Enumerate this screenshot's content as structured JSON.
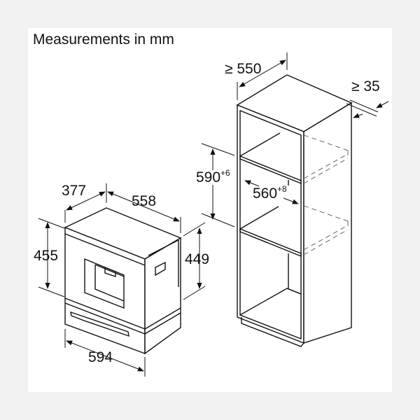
{
  "title": "Measurements in mm",
  "appliance": {
    "depth": "377",
    "width_top": "558",
    "height_front": "455",
    "height_side": "449",
    "width_front": "594"
  },
  "cabinet": {
    "min_depth": "≥ 550",
    "min_gap": "≥ 35",
    "niche_height": "590",
    "niche_height_tol": "+6",
    "niche_width": "560",
    "niche_width_tol": "+8"
  }
}
